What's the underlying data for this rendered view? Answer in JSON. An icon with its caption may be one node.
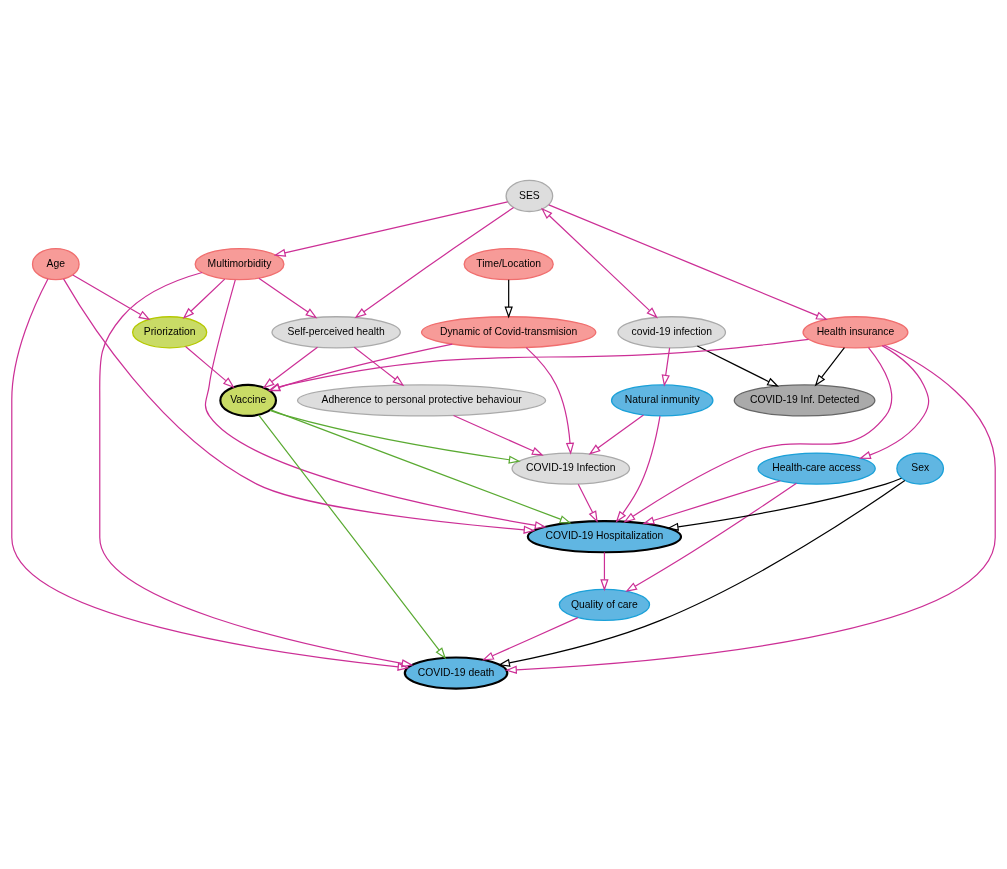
{
  "diagram": {
    "nodes": [
      {
        "text": [
          "SES"
        ]
      },
      {
        "text": [
          "covid-19 infection"
        ]
      },
      {
        "text": [
          "COVID-19 Inf. Detected"
        ]
      },
      {
        "text": [
          "Natural inmunity"
        ]
      },
      {
        "text": [
          "COVID-19 Hospitalization"
        ]
      },
      {
        "text": [
          "Health insurance"
        ]
      },
      {
        "text": [
          "Health-care access"
        ]
      },
      {
        "text": [
          "Quality of care"
        ]
      },
      {
        "text": [
          "Multimorbidity"
        ]
      },
      {
        "text": [
          "Priorization"
        ]
      },
      {
        "text": [
          "Vaccine"
        ]
      },
      {
        "text": [
          "COVID-19 Infection"
        ]
      },
      {
        "text": [
          "Adherence to personal protective behaviour"
        ]
      },
      {
        "text": [
          "COVID-19 death"
        ]
      },
      {
        "text": [
          "Age"
        ]
      },
      {
        "text": [
          "Sex"
        ]
      },
      {
        "text": [
          "Dynamic of Covid-transmision"
        ]
      },
      {
        "text": [
          "Self-perceived health"
        ]
      },
      {
        "text": [
          "Time/Location"
        ]
      }
    ],
    "edges": [
      {
        "from": 0,
        "to": 1,
        "arrow": "both"
      },
      {
        "from": 1,
        "to": 3,
        "arrow": "to"
      },
      {
        "from": 1,
        "to": 2,
        "arrow": "to",
        "color": "#000000"
      },
      {
        "from": 5,
        "to": 2,
        "arrow": "to",
        "color": "#000000"
      },
      {
        "from": 0,
        "to": 5,
        "arrow": "to"
      },
      {
        "from": 0,
        "to": 8,
        "arrow": "to"
      },
      {
        "from": 0,
        "to": 17,
        "arrow": "to"
      },
      {
        "from": 8,
        "to": 17,
        "arrow": "to"
      },
      {
        "from": 5,
        "to": 6,
        "arrow": "to"
      },
      {
        "from": 5,
        "to": 4,
        "arrow": "to"
      },
      {
        "from": 5,
        "to": 10,
        "arrow": "to"
      },
      {
        "from": 5,
        "to": 13,
        "arrow": "to"
      },
      {
        "from": 8,
        "to": 4,
        "arrow": "to"
      },
      {
        "from": 8,
        "to": 9,
        "arrow": "to"
      },
      {
        "from": 8,
        "to": 13,
        "arrow": "to"
      },
      {
        "from": 9,
        "to": 10,
        "arrow": "to"
      },
      {
        "from": 3,
        "to": 4,
        "arrow": "to"
      },
      {
        "from": 3,
        "to": 11,
        "arrow": "to"
      },
      {
        "from": 6,
        "to": 4,
        "arrow": "to"
      },
      {
        "from": 6,
        "to": 7,
        "arrow": "to"
      },
      {
        "from": 4,
        "to": 7,
        "arrow": "to"
      },
      {
        "from": 7,
        "to": 13,
        "arrow": "to"
      },
      {
        "from": 10,
        "to": 4,
        "arrow": "to",
        "color": "#5aaa32"
      },
      {
        "from": 10,
        "to": 11,
        "arrow": "to",
        "color": "#5aaa32"
      },
      {
        "from": 10,
        "to": 13,
        "arrow": "to",
        "color": "#5aaa32"
      },
      {
        "from": 11,
        "to": 4,
        "arrow": "to"
      },
      {
        "from": 12,
        "to": 11,
        "arrow": "to"
      },
      {
        "from": 17,
        "to": 12,
        "arrow": "to"
      },
      {
        "from": 17,
        "to": 10,
        "arrow": "to"
      },
      {
        "from": 14,
        "to": 9,
        "arrow": "to"
      },
      {
        "from": 14,
        "to": 4,
        "arrow": "to"
      },
      {
        "from": 14,
        "to": 13,
        "arrow": "to"
      },
      {
        "from": 15,
        "to": 4,
        "arrow": "to",
        "color": "#000000"
      },
      {
        "from": 15,
        "to": 13,
        "arrow": "to",
        "color": "#000000"
      },
      {
        "from": 16,
        "to": 10,
        "arrow": "to"
      },
      {
        "from": 16,
        "to": 11,
        "arrow": "to"
      },
      {
        "from": 18,
        "to": 16,
        "arrow": "to",
        "color": "#000000"
      }
    ]
  }
}
